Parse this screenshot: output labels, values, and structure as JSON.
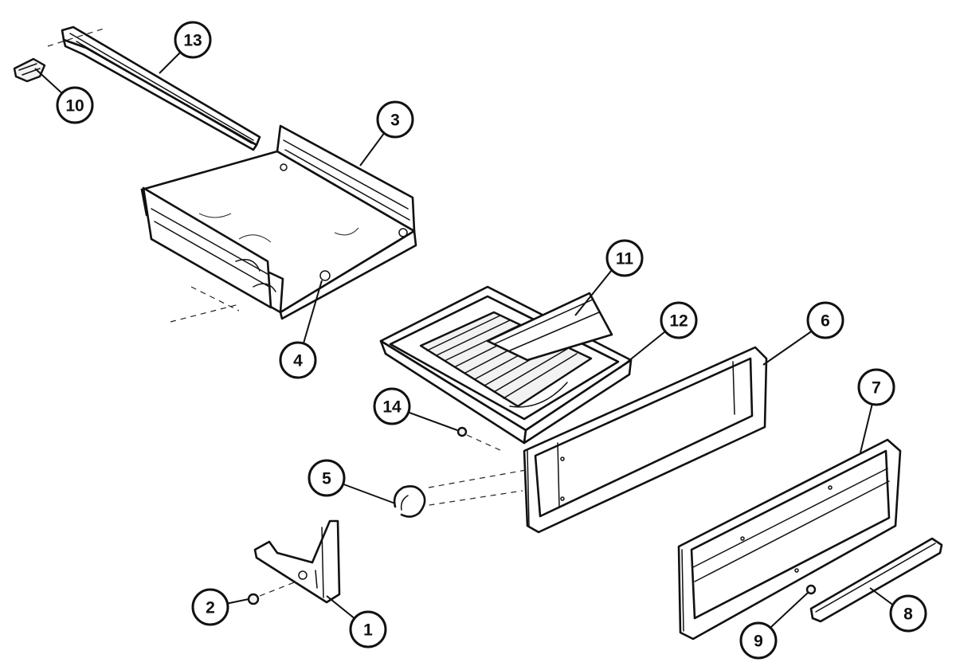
{
  "figure": {
    "callouts": [
      {
        "id": "c1",
        "label": "1"
      },
      {
        "id": "c2",
        "label": "2"
      },
      {
        "id": "c3",
        "label": "3"
      },
      {
        "id": "c4",
        "label": "4"
      },
      {
        "id": "c5",
        "label": "5"
      },
      {
        "id": "c6",
        "label": "6"
      },
      {
        "id": "c7",
        "label": "7"
      },
      {
        "id": "c8",
        "label": "8"
      },
      {
        "id": "c9",
        "label": "9"
      },
      {
        "id": "c10",
        "label": "10"
      },
      {
        "id": "c11",
        "label": "11"
      },
      {
        "id": "c12",
        "label": "12"
      },
      {
        "id": "c13",
        "label": "13"
      },
      {
        "id": "c14",
        "label": "14"
      }
    ]
  }
}
